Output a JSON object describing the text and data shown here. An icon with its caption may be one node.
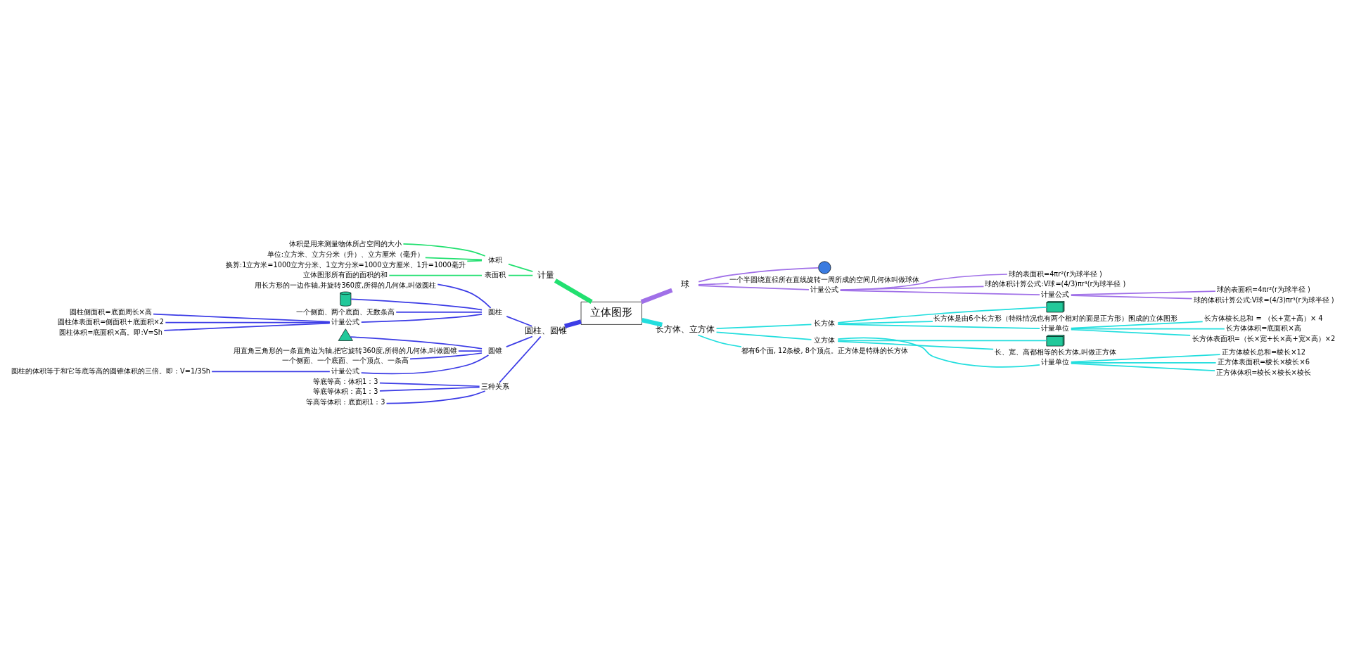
{
  "diagram": {
    "nodes": [
      {
        "text": [
          "立体图形"
        ]
      },
      {
        "text": [
          "球"
        ]
      },
      {
        "text": [],
        "shape": "circle"
      },
      {
        "text": [
          "一个半圆绕直径所在直线旋转一周所成的空间几何体叫做球体"
        ]
      },
      {
        "text": [
          "计量公式"
        ]
      },
      {
        "text": [
          "球的表面积=4πr²(r为球半径 )"
        ]
      },
      {
        "text": [
          "球的体积计算公式:V球=(4/3)πr³(r为球半径 )"
        ]
      },
      {
        "text": [
          "计量公式"
        ]
      },
      {
        "text": [
          "球的表面积=4πr²(r为球半径 )"
        ]
      },
      {
        "text": [
          "球的体积计算公式:V球=(4/3)πr³(r为球半径 )"
        ]
      },
      {
        "text": [
          "长方体、立方体"
        ]
      },
      {
        "text": [
          "长方体"
        ]
      },
      {
        "text": [],
        "shape": "box"
      },
      {
        "text": [
          "长方体是由6个长方形（特殊情况也有两个相对的面是正方形）围成的立体图形"
        ]
      },
      {
        "text": [
          "计量单位"
        ]
      },
      {
        "text": [
          "长方体棱长总和 = （长+宽+高）× 4"
        ]
      },
      {
        "text": [
          "长方体体积=底面积×高"
        ]
      },
      {
        "text": [
          "长方体表面积=（长×宽+长×高+宽×高）×2"
        ]
      },
      {
        "text": [
          "立方体"
        ]
      },
      {
        "text": [],
        "shape": "box"
      },
      {
        "text": [
          "长、宽、高都相等的长方体,叫做正方体"
        ]
      },
      {
        "text": [
          "计量单位"
        ]
      },
      {
        "text": [
          "正方体棱长总和=棱长×12"
        ]
      },
      {
        "text": [
          "正方体表面积=棱长×棱长×6"
        ]
      },
      {
        "text": [
          "正方体体积=棱长×棱长×棱长"
        ]
      },
      {
        "text": [
          "都有6个面, 12条棱, 8个顶点。正方体是特殊的长方体"
        ]
      },
      {
        "text": [
          "计量"
        ]
      },
      {
        "text": [
          "体积"
        ]
      },
      {
        "text": [
          "体积是用来测量物体所占空间的大小"
        ]
      },
      {
        "text": [
          "单位:立方米、立方分米（升）、立方厘米（毫升）"
        ]
      },
      {
        "text": [
          "换算:1立方米=1000立方分米、1立方分米=1000立方厘米、1升=1000毫升"
        ]
      },
      {
        "text": [
          "表面积"
        ]
      },
      {
        "text": [
          "立体图形所有面的面积的和"
        ]
      },
      {
        "text": [
          "圆柱、圆锥"
        ]
      },
      {
        "text": [
          "圆柱"
        ]
      },
      {
        "text": [
          "用长方形的一边作轴,并旋转360度,所得的几何体,叫做圆柱"
        ]
      },
      {
        "text": [],
        "shape": "cylinder"
      },
      {
        "text": [
          "一个侧面、两个底面、无数条高"
        ]
      },
      {
        "text": [
          "计量公式"
        ]
      },
      {
        "text": [
          "圆柱侧面积=底面周长×高"
        ]
      },
      {
        "text": [
          "圆柱体表面积=侧面积+底面积×2"
        ]
      },
      {
        "text": [
          "圆柱体积=底面积×高。即:V=Sh"
        ]
      },
      {
        "text": [
          "圆锥"
        ]
      },
      {
        "text": [],
        "shape": "cone"
      },
      {
        "text": [
          "用直角三角形的一条直角边为轴,把它旋转360度,所得的几何体,叫做圆锥"
        ]
      },
      {
        "text": [
          "一个侧面、一个底面、一个顶点、一条高"
        ]
      },
      {
        "text": [
          "计量公式"
        ]
      },
      {
        "text": [
          "圆柱的体积等于和它等底等高的圆锥体积的三倍。即：V=1/3Sh"
        ]
      },
      {
        "text": [
          "三种关系"
        ]
      },
      {
        "text": [
          "等底等高：体积1：3"
        ]
      },
      {
        "text": [
          "等底等体积：高1：3"
        ]
      },
      {
        "text": [
          "等高等体积：底面积1：3"
        ]
      }
    ],
    "edges": [
      {
        "from": 0,
        "to": 1,
        "arrow": "none",
        "style": "thick",
        "color": "#a070e8"
      },
      {
        "from": 1,
        "to": 2,
        "arrow": "none",
        "color": "#a070e8"
      },
      {
        "from": 1,
        "to": 3,
        "arrow": "none",
        "color": "#a070e8"
      },
      {
        "from": 1,
        "to": 4,
        "arrow": "none",
        "color": "#a070e8"
      },
      {
        "from": 4,
        "to": 5,
        "arrow": "none",
        "color": "#a070e8"
      },
      {
        "from": 4,
        "to": 6,
        "arrow": "none",
        "color": "#a070e8"
      },
      {
        "from": 4,
        "to": 7,
        "arrow": "none",
        "color": "#a070e8"
      },
      {
        "from": 7,
        "to": 8,
        "arrow": "none",
        "color": "#a070e8"
      },
      {
        "from": 7,
        "to": 9,
        "arrow": "none",
        "color": "#a070e8"
      },
      {
        "from": 0,
        "to": 10,
        "arrow": "none",
        "style": "thick",
        "color": "#22dede"
      },
      {
        "from": 10,
        "to": 11,
        "arrow": "none",
        "color": "#22dede"
      },
      {
        "from": 11,
        "to": 12,
        "arrow": "none",
        "color": "#22dede"
      },
      {
        "from": 11,
        "to": 13,
        "arrow": "none",
        "color": "#22dede"
      },
      {
        "from": 11,
        "to": 14,
        "arrow": "none",
        "color": "#22dede"
      },
      {
        "from": 14,
        "to": 15,
        "arrow": "none",
        "color": "#22dede"
      },
      {
        "from": 14,
        "to": 16,
        "arrow": "none",
        "color": "#22dede"
      },
      {
        "from": 14,
        "to": 17,
        "arrow": "none",
        "color": "#22dede"
      },
      {
        "from": 10,
        "to": 18,
        "arrow": "none",
        "color": "#22dede"
      },
      {
        "from": 18,
        "to": 19,
        "arrow": "none",
        "color": "#22dede"
      },
      {
        "from": 18,
        "to": 20,
        "arrow": "none",
        "color": "#22dede"
      },
      {
        "from": 18,
        "to": 21,
        "arrow": "none",
        "color": "#22dede"
      },
      {
        "from": 21,
        "to": 22,
        "arrow": "none",
        "color": "#22dede"
      },
      {
        "from": 21,
        "to": 23,
        "arrow": "none",
        "color": "#22dede"
      },
      {
        "from": 21,
        "to": 24,
        "arrow": "none",
        "color": "#22dede"
      },
      {
        "from": 10,
        "to": 25,
        "arrow": "none",
        "color": "#22dede"
      },
      {
        "from": 0,
        "to": 26,
        "arrow": "none",
        "style": "thick",
        "color": "#22e070"
      },
      {
        "from": 26,
        "to": 27,
        "arrow": "none",
        "color": "#22e070"
      },
      {
        "from": 27,
        "to": 28,
        "arrow": "none",
        "color": "#22e070"
      },
      {
        "from": 27,
        "to": 29,
        "arrow": "none",
        "color": "#22e070"
      },
      {
        "from": 27,
        "to": 30,
        "arrow": "none",
        "color": "#22e070"
      },
      {
        "from": 26,
        "to": 31,
        "arrow": "none",
        "color": "#22e070"
      },
      {
        "from": 31,
        "to": 32,
        "arrow": "none",
        "color": "#22e070"
      },
      {
        "from": 0,
        "to": 33,
        "arrow": "none",
        "style": "thick"
      },
      {
        "from": 33,
        "to": 34,
        "arrow": "none"
      },
      {
        "from": 34,
        "to": 35,
        "arrow": "none"
      },
      {
        "from": 34,
        "to": 36,
        "arrow": "none"
      },
      {
        "from": 34,
        "to": 37,
        "arrow": "none"
      },
      {
        "from": 34,
        "to": 38,
        "arrow": "none"
      },
      {
        "from": 38,
        "to": 39,
        "arrow": "none"
      },
      {
        "from": 38,
        "to": 40,
        "arrow": "none"
      },
      {
        "from": 38,
        "to": 41,
        "arrow": "none"
      },
      {
        "from": 33,
        "to": 42,
        "arrow": "none"
      },
      {
        "from": 42,
        "to": 43,
        "arrow": "none"
      },
      {
        "from": 42,
        "to": 44,
        "arrow": "none"
      },
      {
        "from": 42,
        "to": 45,
        "arrow": "none"
      },
      {
        "from": 42,
        "to": 46,
        "arrow": "none"
      },
      {
        "from": 46,
        "to": 47,
        "arrow": "none"
      },
      {
        "from": 33,
        "to": 48,
        "arrow": "none"
      },
      {
        "from": 48,
        "to": 49,
        "arrow": "none"
      },
      {
        "from": 48,
        "to": 50,
        "arrow": "none"
      },
      {
        "from": 48,
        "to": 51,
        "arrow": "none"
      }
    ]
  }
}
